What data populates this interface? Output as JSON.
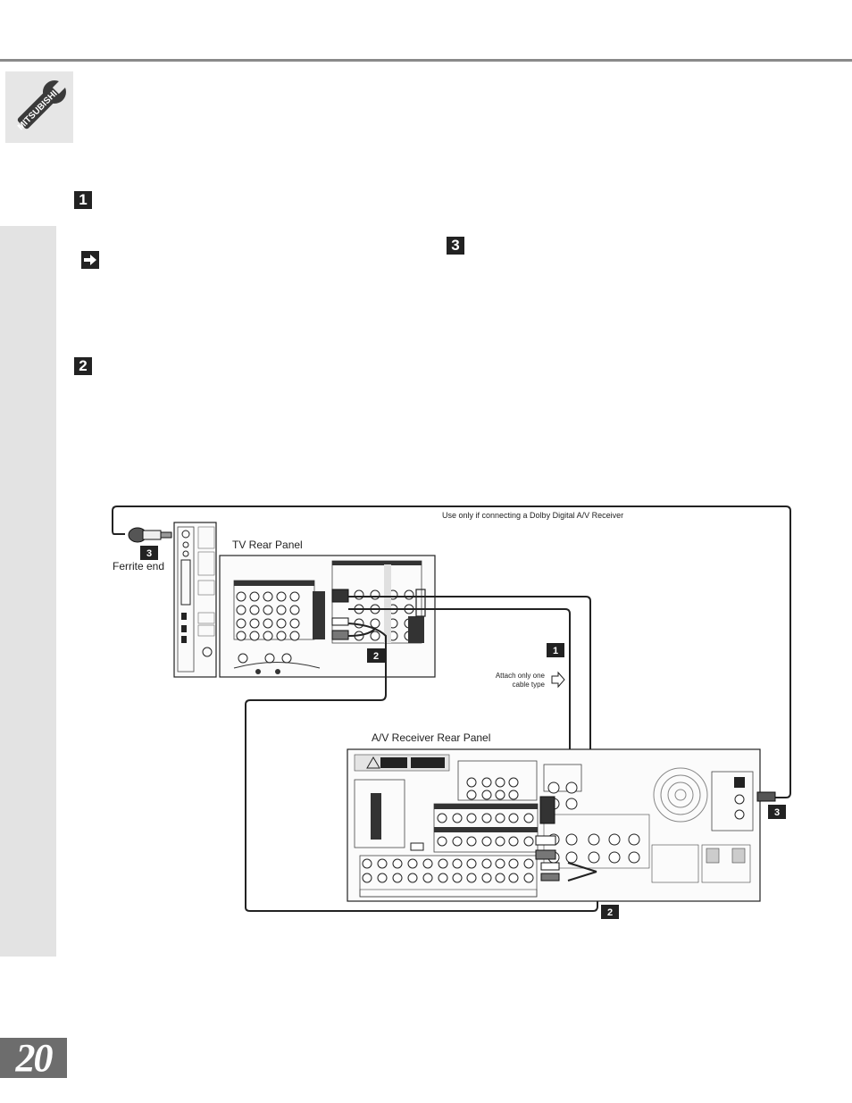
{
  "page": {
    "number": "20"
  },
  "brand": {
    "logo_text": "MITSUBISHI"
  },
  "steps": {
    "one": "1",
    "two": "2",
    "three": "3"
  },
  "diagram": {
    "note_top": "Use only if connecting a Dolby Digital A/V Receiver",
    "tv_panel_label": "TV Rear Panel",
    "ferrite_label": "Ferrite end",
    "receiver_label": "A/V Receiver Rear Panel",
    "attach_note_line1": "Attach only one",
    "attach_note_line2": "cable type",
    "callouts": [
      "3",
      "2",
      "1",
      "3",
      "2"
    ]
  }
}
